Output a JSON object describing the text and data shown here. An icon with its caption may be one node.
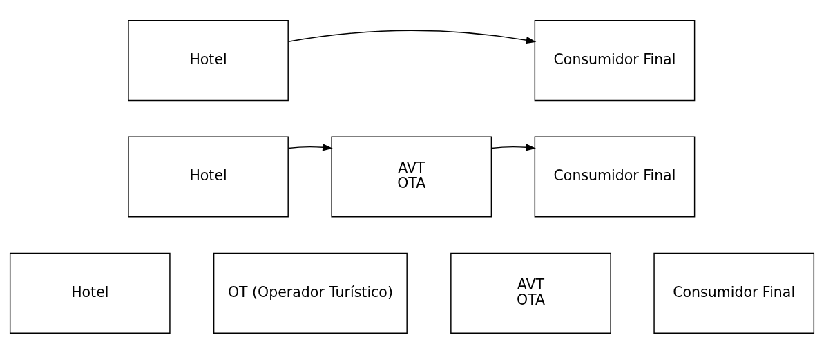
{
  "diagram": {
    "nodes": [
      {
        "text": [
          "Hotel"
        ]
      },
      {
        "text": [
          "Consumidor Final"
        ]
      },
      {
        "text": [
          "Hotel"
        ]
      },
      {
        "text": [
          "AVT",
          "OTA"
        ]
      },
      {
        "text": [
          "Consumidor Final"
        ]
      },
      {
        "text": [
          "Hotel"
        ]
      },
      {
        "text": [
          "OT (Operador Turístico)"
        ]
      },
      {
        "text": [
          "AVT",
          "OTA"
        ]
      },
      {
        "text": [
          "Consumidor Final"
        ]
      }
    ],
    "edges": [
      {
        "from": 0,
        "to": 1,
        "arrow": "to"
      },
      {
        "from": 2,
        "to": 3,
        "arrow": "to"
      },
      {
        "from": 3,
        "to": 4,
        "arrow": "to"
      }
    ]
  }
}
